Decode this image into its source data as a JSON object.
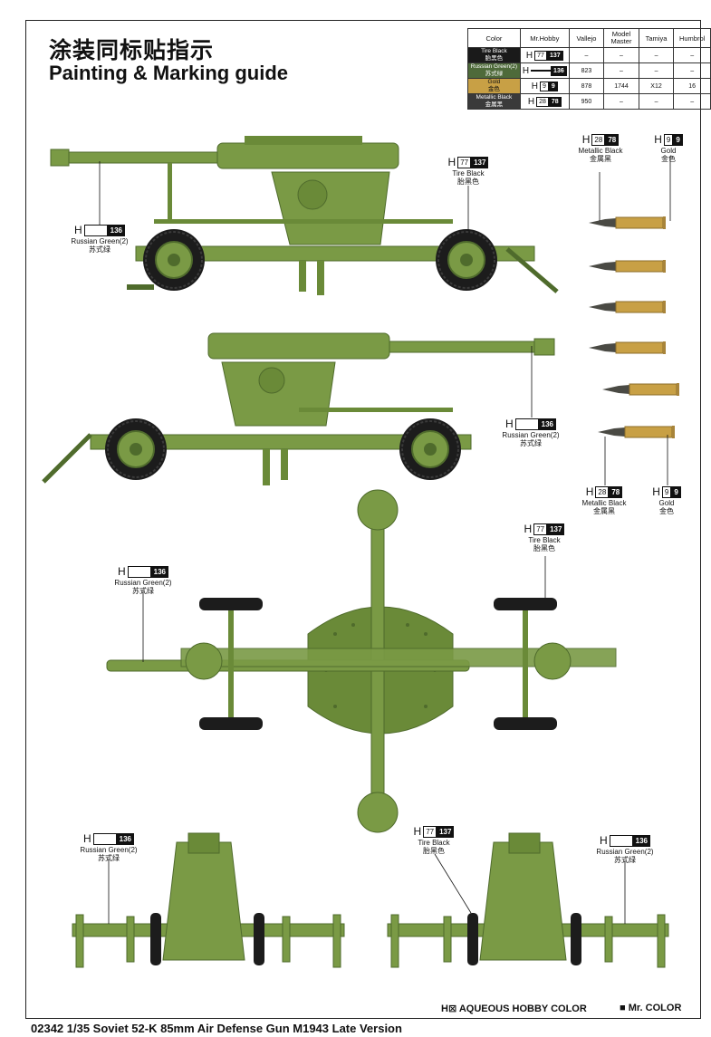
{
  "title_cn": "涂装同标贴指示",
  "title_en": "Painting & Marking guide",
  "table": {
    "headers": [
      "Color",
      "Mr.Hobby",
      "Vallejo",
      "Model Master",
      "Tamiya",
      "Humbrol"
    ],
    "rows": [
      {
        "color_en": "Tire Black",
        "color_cn": "胎黑色",
        "h_code": "77",
        "mr_code": "137",
        "vallejo": "–",
        "model_master": "–",
        "tamiya": "–",
        "humbrol": "–"
      },
      {
        "color_en": "Russian Green(2)",
        "color_cn": "苏式绿",
        "h_code": "",
        "mr_code": "136",
        "vallejo": "823",
        "model_master": "–",
        "tamiya": "–",
        "humbrol": "–"
      },
      {
        "color_en": "Gold",
        "color_cn": "金色",
        "h_code": "9",
        "mr_code": "9",
        "vallejo": "878",
        "model_master": "1744",
        "tamiya": "X12",
        "humbrol": "16"
      },
      {
        "color_en": "Metallic Black",
        "color_cn": "金属黑",
        "h_code": "28",
        "mr_code": "78",
        "vallejo": "950",
        "model_master": "–",
        "tamiya": "–",
        "humbrol": "–"
      }
    ]
  },
  "callouts": {
    "h_letter": "H",
    "tire_black": {
      "h": "77",
      "mr": "137",
      "en": "Tire Black",
      "cn": "胎黑色"
    },
    "russian_green": {
      "h": "",
      "mr": "136",
      "en": "Russian Green(2)",
      "cn": "苏式绿"
    },
    "metallic_black": {
      "h": "28",
      "mr": "78",
      "en": "Metallic Black",
      "cn": "金属黑"
    },
    "gold": {
      "h": "9",
      "mr": "9",
      "en": "Gold",
      "cn": "金色"
    }
  },
  "legend": {
    "aqueous_mark": "H⊠",
    "aqueous_label": "AQUEOUS HOBBY COLOR",
    "mr_mark": "■",
    "mr_label": "Mr. COLOR"
  },
  "footer": "02342 1/35 Soviet 52-K 85mm Air Defense Gun M1943 Late Version",
  "colors": {
    "russian_green": "#7a9a45",
    "dark_green": "#4f6b2c",
    "tire_black": "#1c1c1c",
    "gold": "#c8a045",
    "metallic_black": "#4a4a44",
    "sheet_border": "#222222"
  }
}
